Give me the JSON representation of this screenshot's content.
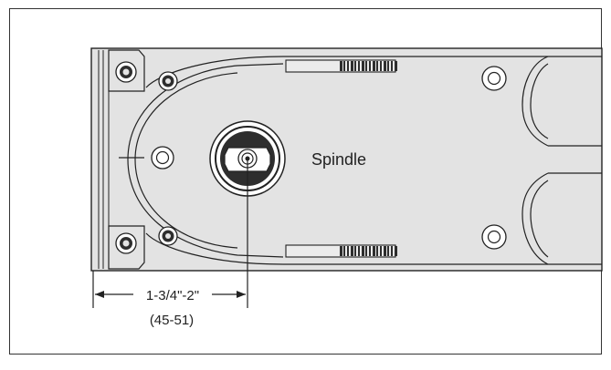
{
  "labels": {
    "spindle": "Spindle",
    "dimension_imperial": "1-3/4\"-2\"",
    "dimension_metric": "(45-51)"
  },
  "colors": {
    "body_fill": "#e3e3e3",
    "outline": "#222222",
    "dark_parts": "#2e2e2e",
    "background": "#ffffff"
  }
}
